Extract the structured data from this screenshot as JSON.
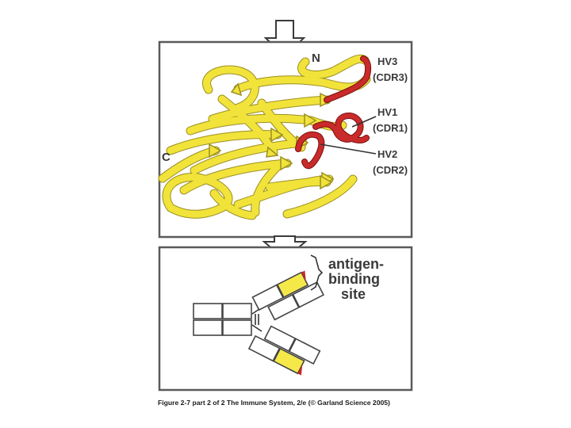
{
  "labels": {
    "n_terminus": "N",
    "c_terminus": "C",
    "hv3": "HV3",
    "cdr3": "(CDR3)",
    "hv1": "HV1",
    "cdr1": "(CDR1)",
    "hv2": "HV2",
    "cdr2": "(CDR2)",
    "antigen_1": "antigen-",
    "antigen_2": "binding",
    "antigen_3": "site"
  },
  "caption": "Figure 2-7 part 2 of 2  The Immune System, 2/e (© Garland Science 2005)",
  "colors": {
    "beta_strand": "#f1e33a",
    "hypervariable_loop": "#c92a2a",
    "variable_domain": "#f5e94a",
    "frame": "#5a5a5a"
  }
}
